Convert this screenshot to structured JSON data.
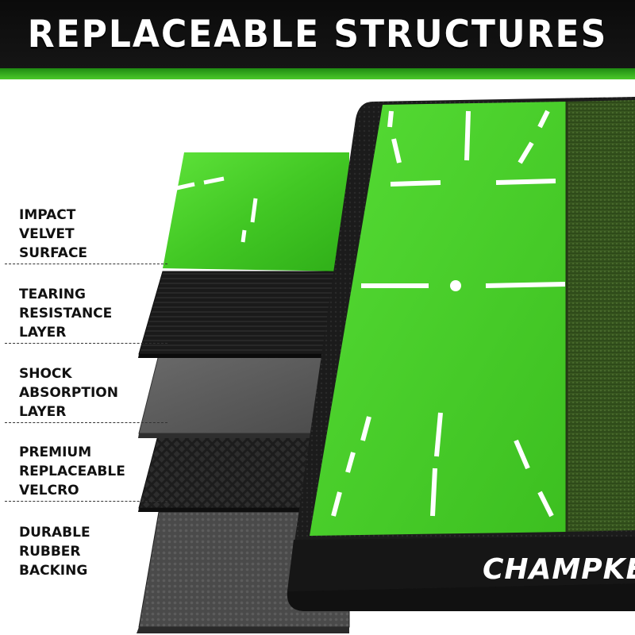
{
  "header": {
    "title": "REPLACEABLE STRUCTURES"
  },
  "layers": [
    {
      "lines": [
        "IMPACT",
        "VELVET",
        "SURFACE"
      ]
    },
    {
      "lines": [
        "TEARING",
        "RESISTANCE",
        "LAYER"
      ]
    },
    {
      "lines": [
        "SHOCK",
        "ABSORPTION",
        "LAYER"
      ]
    },
    {
      "lines": [
        "PREMIUM",
        "REPLACEABLE",
        "VELCRO"
      ]
    },
    {
      "lines": [
        "DURABLE",
        "RUBBER",
        "BACKING"
      ]
    }
  ],
  "brand": {
    "text": "CHAMPKE"
  },
  "colors": {
    "header_bg": "#111111",
    "header_stripe": "#3db321",
    "velvet_green": "#4fd12f",
    "turf_green": "#3b5a22",
    "rubber_black": "#1e1e1e",
    "label_text": "#111111"
  }
}
